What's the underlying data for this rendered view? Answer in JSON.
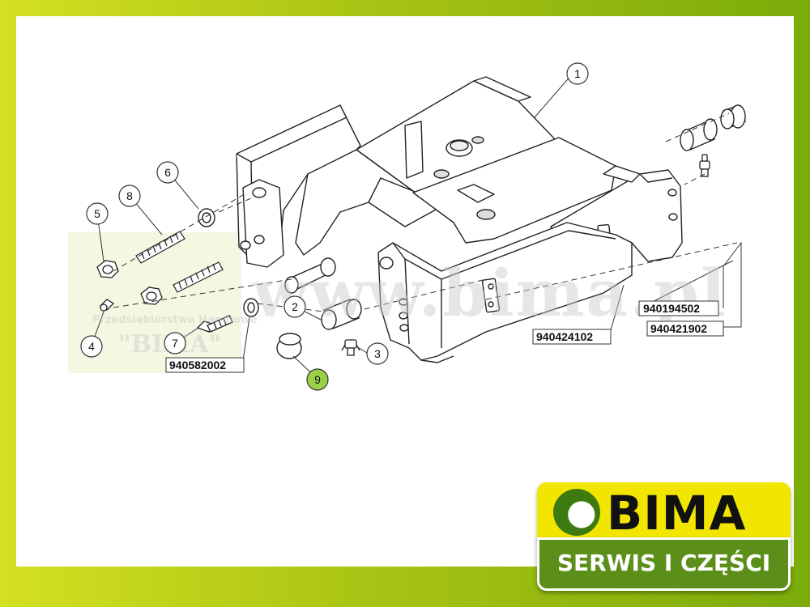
{
  "callouts": [
    "1",
    "2",
    "3",
    "4",
    "5",
    "6",
    "7",
    "8",
    "9"
  ],
  "part_numbers": {
    "frame_upper_right": "940194502",
    "frame_lower_right": "940421902",
    "frame_center": "940424102",
    "bolt_kit": "940582002"
  },
  "watermark": {
    "url": "www.bima.pl",
    "company_line": "Przedsiębiorstwo Handlowe",
    "company_name": "\"BIMA\""
  },
  "logo": {
    "wordmark": "BIMA",
    "tagline": "SERWIS I CZĘŚCI"
  },
  "colors": {
    "frame_gradient_start": "#d4e021",
    "frame_gradient_end": "#7bab0a",
    "logo_yellow": "#f2e600",
    "logo_green": "#5b8f1a",
    "highlight_callout": "#9bd046"
  }
}
